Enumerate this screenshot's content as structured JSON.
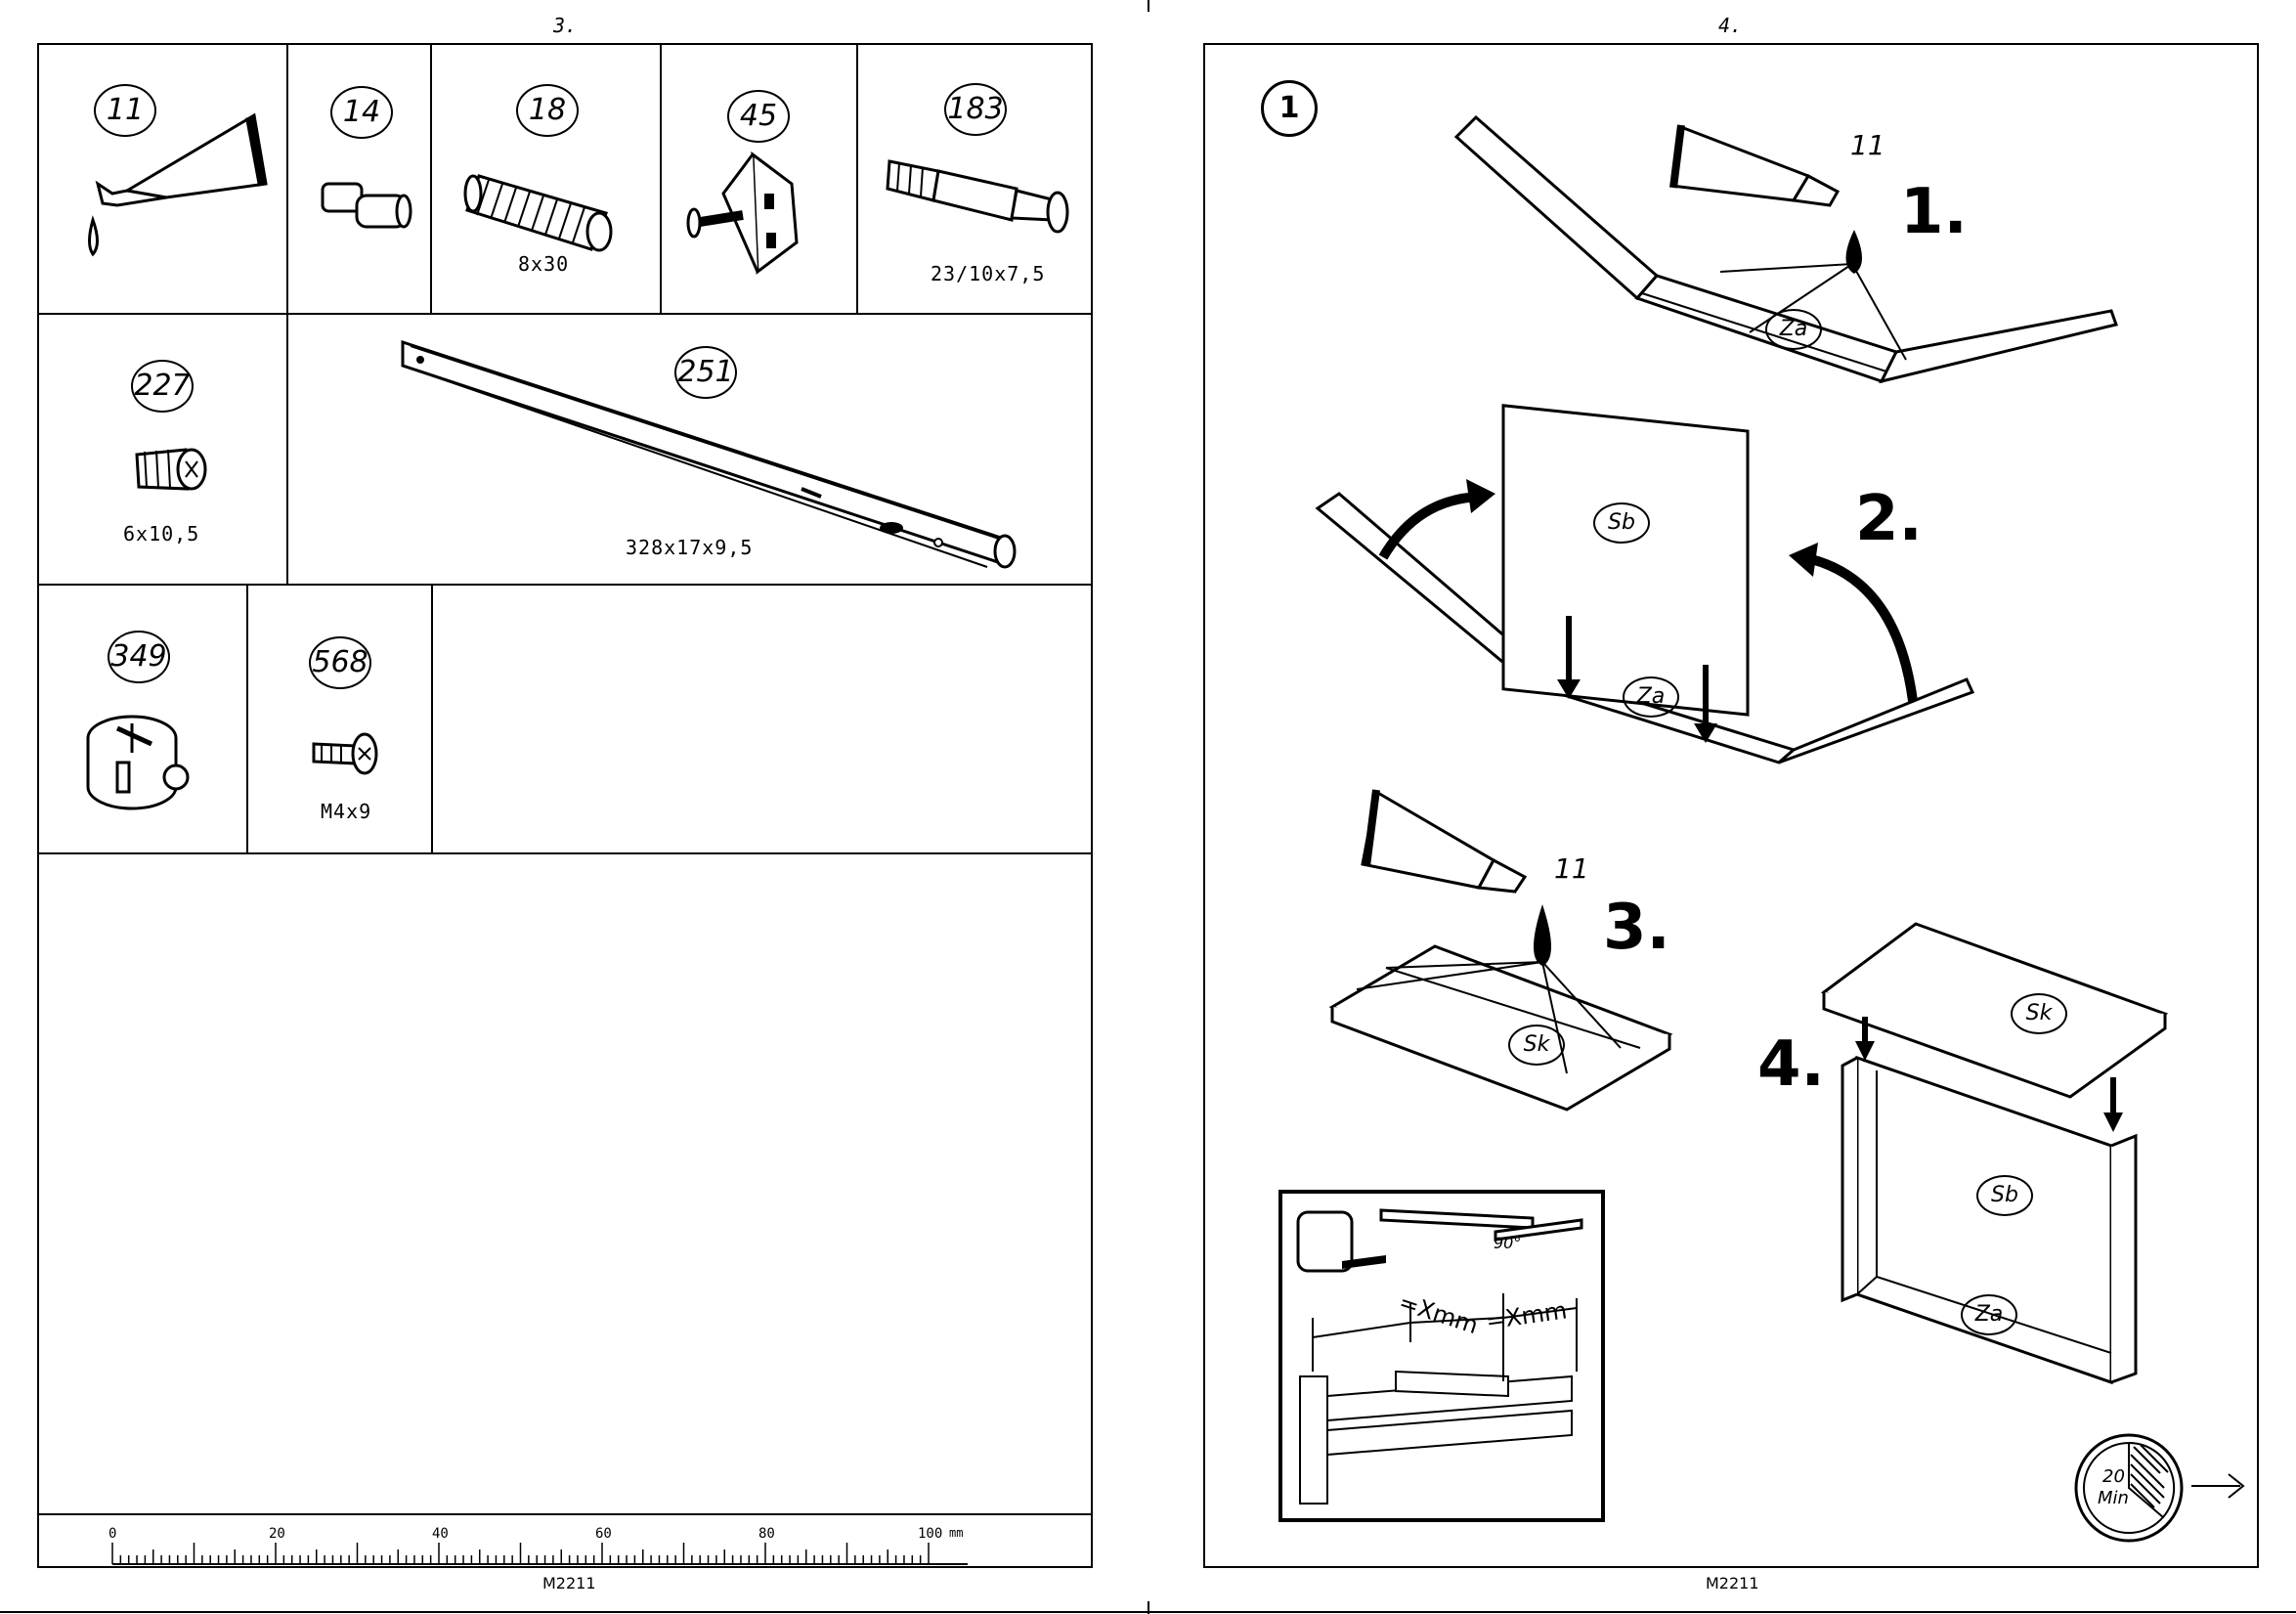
{
  "left_page": {
    "page_number": "3.",
    "footer": "M2211",
    "parts": [
      {
        "id": "11",
        "dim": ""
      },
      {
        "id": "14",
        "dim": ""
      },
      {
        "id": "18",
        "dim": "8x30"
      },
      {
        "id": "45",
        "dim": ""
      },
      {
        "id": "183",
        "dim": "23/10x7,5"
      },
      {
        "id": "227",
        "dim": "6x10,5"
      },
      {
        "id": "251",
        "dim": "328x17x9,5"
      },
      {
        "id": "349",
        "dim": ""
      },
      {
        "id": "568",
        "dim": "M4x9"
      }
    ],
    "ruler": {
      "labels": [
        "0",
        "20",
        "40",
        "60",
        "80",
        "100"
      ],
      "unit": "mm"
    }
  },
  "right_page": {
    "page_number": "4.",
    "footer": "M2211",
    "step_number": "1",
    "substeps": [
      "1.",
      "2.",
      "3.",
      "4."
    ],
    "glue_label": "11",
    "panel_labels": {
      "za": "Za",
      "sb": "Sb",
      "sk": "Sk"
    },
    "inset": {
      "angle": "90°",
      "measure_left": "=Xmm",
      "measure_right": "=Xmm"
    },
    "timer": {
      "value": "20",
      "unit": "Min"
    }
  }
}
